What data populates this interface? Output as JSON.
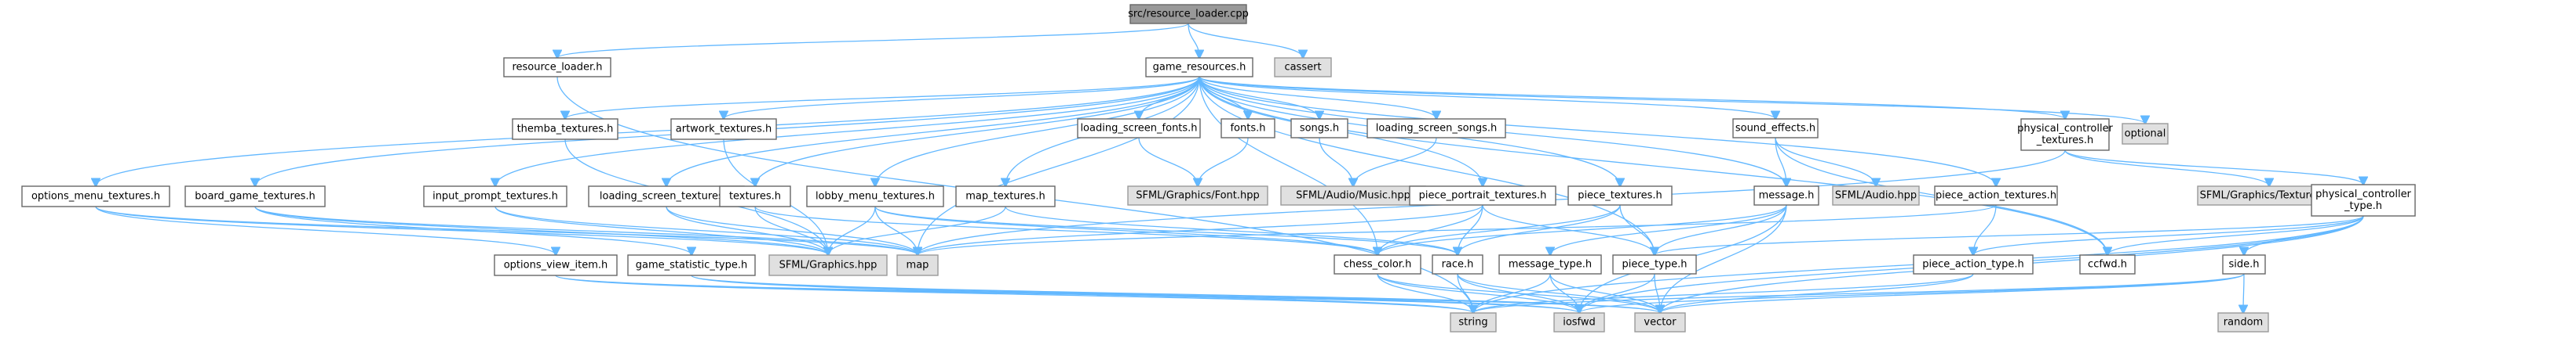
{
  "graph": {
    "title": "src/resource_loader.cpp",
    "edge_color": "#63b8ff",
    "colors": {
      "root": "#999999",
      "file": "#ffffff",
      "system": "#e0e0e0",
      "border": "#666666"
    },
    "nodes": [
      {
        "id": "root",
        "label": "src/resource_loader.cpp",
        "kind": "root"
      },
      {
        "id": "resource_loader_h",
        "label": "resource_loader.h",
        "kind": "file"
      },
      {
        "id": "game_resources_h",
        "label": "game_resources.h",
        "kind": "file"
      },
      {
        "id": "cassert",
        "label": "cassert",
        "kind": "system"
      },
      {
        "id": "themba_textures_h",
        "label": "themba_textures.h",
        "kind": "file"
      },
      {
        "id": "artwork_textures_h",
        "label": "artwork_textures.h",
        "kind": "file"
      },
      {
        "id": "loading_screen_fonts_h",
        "label": "loading_screen_fonts.h",
        "kind": "file"
      },
      {
        "id": "fonts_h",
        "label": "fonts.h",
        "kind": "file"
      },
      {
        "id": "songs_h",
        "label": "songs.h",
        "kind": "file"
      },
      {
        "id": "loading_screen_songs_h",
        "label": "loading_screen_songs.h",
        "kind": "file"
      },
      {
        "id": "sound_effects_h",
        "label": "sound_effects.h",
        "kind": "file"
      },
      {
        "id": "physical_controller_textures_h",
        "label": "physical_controller\n_textures.h",
        "kind": "file"
      },
      {
        "id": "optional",
        "label": "optional",
        "kind": "system"
      },
      {
        "id": "options_menu_textures_h",
        "label": "options_menu_textures.h",
        "kind": "file"
      },
      {
        "id": "board_game_textures_h",
        "label": "board_game_textures.h",
        "kind": "file"
      },
      {
        "id": "input_prompt_textures_h",
        "label": "input_prompt_textures.h",
        "kind": "file"
      },
      {
        "id": "loading_screen_textures_h",
        "label": "loading_screen_textures.h",
        "kind": "file"
      },
      {
        "id": "textures_h",
        "label": "textures.h",
        "kind": "file"
      },
      {
        "id": "lobby_menu_textures_h",
        "label": "lobby_menu_textures.h",
        "kind": "file"
      },
      {
        "id": "map_textures_h",
        "label": "map_textures.h",
        "kind": "file"
      },
      {
        "id": "sfml_font",
        "label": "SFML/Graphics/Font.hpp",
        "kind": "system"
      },
      {
        "id": "sfml_music",
        "label": "SFML/Audio/Music.hpp",
        "kind": "system"
      },
      {
        "id": "piece_portrait_textures_h",
        "label": "piece_portrait_textures.h",
        "kind": "file"
      },
      {
        "id": "piece_textures_h",
        "label": "piece_textures.h",
        "kind": "file"
      },
      {
        "id": "message_h",
        "label": "message.h",
        "kind": "file"
      },
      {
        "id": "sfml_audio",
        "label": "SFML/Audio.hpp",
        "kind": "system"
      },
      {
        "id": "piece_action_textures_h",
        "label": "piece_action_textures.h",
        "kind": "file"
      },
      {
        "id": "sfml_texture",
        "label": "SFML/Graphics/Texture.hpp",
        "kind": "system"
      },
      {
        "id": "physical_controller_type_h",
        "label": "physical_controller\n_type.h",
        "kind": "file"
      },
      {
        "id": "options_view_item_h",
        "label": "options_view_item.h",
        "kind": "file"
      },
      {
        "id": "game_statistic_type_h",
        "label": "game_statistic_type.h",
        "kind": "file"
      },
      {
        "id": "sfml_graphics",
        "label": "SFML/Graphics.hpp",
        "kind": "system"
      },
      {
        "id": "map",
        "label": "map",
        "kind": "system"
      },
      {
        "id": "chess_color_h",
        "label": "chess_color.h",
        "kind": "file"
      },
      {
        "id": "race_h",
        "label": "race.h",
        "kind": "file"
      },
      {
        "id": "message_type_h",
        "label": "message_type.h",
        "kind": "file"
      },
      {
        "id": "piece_type_h",
        "label": "piece_type.h",
        "kind": "file"
      },
      {
        "id": "piece_action_type_h",
        "label": "piece_action_type.h",
        "kind": "file"
      },
      {
        "id": "ccfwd_h",
        "label": "ccfwd.h",
        "kind": "file"
      },
      {
        "id": "side_h",
        "label": "side.h",
        "kind": "file"
      },
      {
        "id": "string",
        "label": "string",
        "kind": "system"
      },
      {
        "id": "iosfwd",
        "label": "iosfwd",
        "kind": "system"
      },
      {
        "id": "vector",
        "label": "vector",
        "kind": "system"
      },
      {
        "id": "random",
        "label": "random",
        "kind": "system"
      }
    ],
    "edges": [
      [
        "root",
        "resource_loader_h"
      ],
      [
        "root",
        "game_resources_h"
      ],
      [
        "root",
        "cassert"
      ],
      [
        "resource_loader_h",
        "string"
      ],
      [
        "game_resources_h",
        "themba_textures_h"
      ],
      [
        "game_resources_h",
        "artwork_textures_h"
      ],
      [
        "game_resources_h",
        "loading_screen_fonts_h"
      ],
      [
        "game_resources_h",
        "fonts_h"
      ],
      [
        "game_resources_h",
        "songs_h"
      ],
      [
        "game_resources_h",
        "loading_screen_songs_h"
      ],
      [
        "game_resources_h",
        "sound_effects_h"
      ],
      [
        "game_resources_h",
        "physical_controller_textures_h"
      ],
      [
        "game_resources_h",
        "optional"
      ],
      [
        "game_resources_h",
        "options_menu_textures_h"
      ],
      [
        "game_resources_h",
        "board_game_textures_h"
      ],
      [
        "game_resources_h",
        "input_prompt_textures_h"
      ],
      [
        "game_resources_h",
        "loading_screen_textures_h"
      ],
      [
        "game_resources_h",
        "textures_h"
      ],
      [
        "game_resources_h",
        "lobby_menu_textures_h"
      ],
      [
        "game_resources_h",
        "map_textures_h"
      ],
      [
        "game_resources_h",
        "piece_portrait_textures_h"
      ],
      [
        "game_resources_h",
        "piece_textures_h"
      ],
      [
        "game_resources_h",
        "message_h"
      ],
      [
        "game_resources_h",
        "piece_action_textures_h"
      ],
      [
        "game_resources_h",
        "chess_color_h"
      ],
      [
        "game_resources_h",
        "piece_type_h"
      ],
      [
        "game_resources_h",
        "ccfwd_h"
      ],
      [
        "game_resources_h",
        "map"
      ],
      [
        "themba_textures_h",
        "sfml_graphics"
      ],
      [
        "artwork_textures_h",
        "sfml_graphics"
      ],
      [
        "loading_screen_fonts_h",
        "sfml_font"
      ],
      [
        "fonts_h",
        "sfml_font"
      ],
      [
        "songs_h",
        "sfml_music"
      ],
      [
        "loading_screen_songs_h",
        "sfml_music"
      ],
      [
        "sound_effects_h",
        "message_h"
      ],
      [
        "sound_effects_h",
        "sfml_audio"
      ],
      [
        "sound_effects_h",
        "ccfwd_h"
      ],
      [
        "physical_controller_textures_h",
        "sfml_texture"
      ],
      [
        "physical_controller_textures_h",
        "physical_controller_type_h"
      ],
      [
        "physical_controller_textures_h",
        "map"
      ],
      [
        "options_menu_textures_h",
        "options_view_item_h"
      ],
      [
        "options_menu_textures_h",
        "sfml_graphics"
      ],
      [
        "options_menu_textures_h",
        "map"
      ],
      [
        "board_game_textures_h",
        "game_statistic_type_h"
      ],
      [
        "board_game_textures_h",
        "sfml_graphics"
      ],
      [
        "board_game_textures_h",
        "map"
      ],
      [
        "input_prompt_textures_h",
        "sfml_graphics"
      ],
      [
        "input_prompt_textures_h",
        "map"
      ],
      [
        "loading_screen_textures_h",
        "sfml_graphics"
      ],
      [
        "loading_screen_textures_h",
        "map"
      ],
      [
        "textures_h",
        "sfml_graphics"
      ],
      [
        "textures_h",
        "chess_color_h"
      ],
      [
        "lobby_menu_textures_h",
        "sfml_graphics"
      ],
      [
        "lobby_menu_textures_h",
        "map"
      ],
      [
        "lobby_menu_textures_h",
        "chess_color_h"
      ],
      [
        "lobby_menu_textures_h",
        "race_h"
      ],
      [
        "map_textures_h",
        "sfml_graphics"
      ],
      [
        "map_textures_h",
        "race_h"
      ],
      [
        "piece_portrait_textures_h",
        "chess_color_h"
      ],
      [
        "piece_portrait_textures_h",
        "race_h"
      ],
      [
        "piece_portrait_textures_h",
        "piece_type_h"
      ],
      [
        "piece_portrait_textures_h",
        "map"
      ],
      [
        "piece_textures_h",
        "chess_color_h"
      ],
      [
        "piece_textures_h",
        "race_h"
      ],
      [
        "piece_textures_h",
        "piece_type_h"
      ],
      [
        "message_h",
        "message_type_h"
      ],
      [
        "message_h",
        "piece_type_h"
      ],
      [
        "message_h",
        "chess_color_h"
      ],
      [
        "message_h",
        "iosfwd"
      ],
      [
        "message_h",
        "vector"
      ],
      [
        "piece_action_textures_h",
        "piece_action_type_h"
      ],
      [
        "piece_action_textures_h",
        "map"
      ],
      [
        "physical_controller_type_h",
        "side_h"
      ],
      [
        "physical_controller_type_h",
        "ccfwd_h"
      ],
      [
        "physical_controller_type_h",
        "piece_type_h"
      ],
      [
        "physical_controller_type_h",
        "piece_action_type_h"
      ],
      [
        "physical_controller_type_h",
        "string"
      ],
      [
        "physical_controller_type_h",
        "iosfwd"
      ],
      [
        "physical_controller_type_h",
        "vector"
      ],
      [
        "options_view_item_h",
        "string"
      ],
      [
        "options_view_item_h",
        "iosfwd"
      ],
      [
        "options_view_item_h",
        "vector"
      ],
      [
        "game_statistic_type_h",
        "string"
      ],
      [
        "game_statistic_type_h",
        "iosfwd"
      ],
      [
        "game_statistic_type_h",
        "vector"
      ],
      [
        "chess_color_h",
        "string"
      ],
      [
        "chess_color_h",
        "iosfwd"
      ],
      [
        "chess_color_h",
        "vector"
      ],
      [
        "race_h",
        "string"
      ],
      [
        "race_h",
        "iosfwd"
      ],
      [
        "race_h",
        "vector"
      ],
      [
        "message_type_h",
        "string"
      ],
      [
        "message_type_h",
        "iosfwd"
      ],
      [
        "message_type_h",
        "vector"
      ],
      [
        "piece_type_h",
        "iosfwd"
      ],
      [
        "piece_type_h",
        "vector"
      ],
      [
        "piece_action_type_h",
        "string"
      ],
      [
        "piece_action_type_h",
        "vector"
      ],
      [
        "side_h",
        "random"
      ],
      [
        "side_h",
        "string"
      ],
      [
        "side_h",
        "iosfwd"
      ],
      [
        "side_h",
        "vector"
      ]
    ]
  }
}
